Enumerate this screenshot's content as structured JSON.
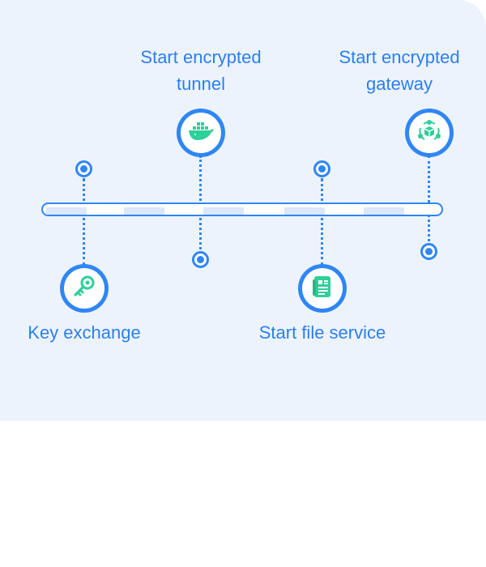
{
  "steps": [
    {
      "label": "Key exchange",
      "icon": "key-icon"
    },
    {
      "label": "Start encrypted tunnel",
      "label_line1": "Start encrypted",
      "label_line2": "tunnel",
      "icon": "container-whale-icon"
    },
    {
      "label": "Start file service",
      "icon": "document-icon"
    },
    {
      "label": "Start encrypted gateway",
      "label_line1": "Start encrypted",
      "label_line2": "gateway",
      "icon": "gateway-network-icon"
    }
  ],
  "colors": {
    "accent": "#2f86f5",
    "label": "#2a7ff0",
    "panel": "#edf3fd",
    "icon_green": "#2ecf98"
  }
}
